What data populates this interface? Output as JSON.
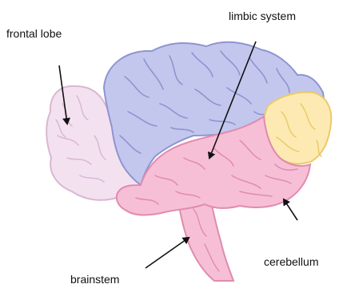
{
  "labels": {
    "frontal_lobe": "frontal lobe",
    "limbic_system": "limbic system",
    "cerebellum": "cerebellum",
    "brainstem": "brainstem"
  },
  "colors": {
    "frontal_lobe_fill": "#f4e1f0",
    "frontal_lobe_stroke": "#d9b7d3",
    "parietal_fill": "#c3c7ee",
    "parietal_stroke": "#8e95cf",
    "occipital_fill": "#fdeab2",
    "occipital_stroke": "#ecc96a",
    "temporal_fill": "#f6bfd5",
    "temporal_stroke": "#e08bb0",
    "arrow": "#111111"
  }
}
